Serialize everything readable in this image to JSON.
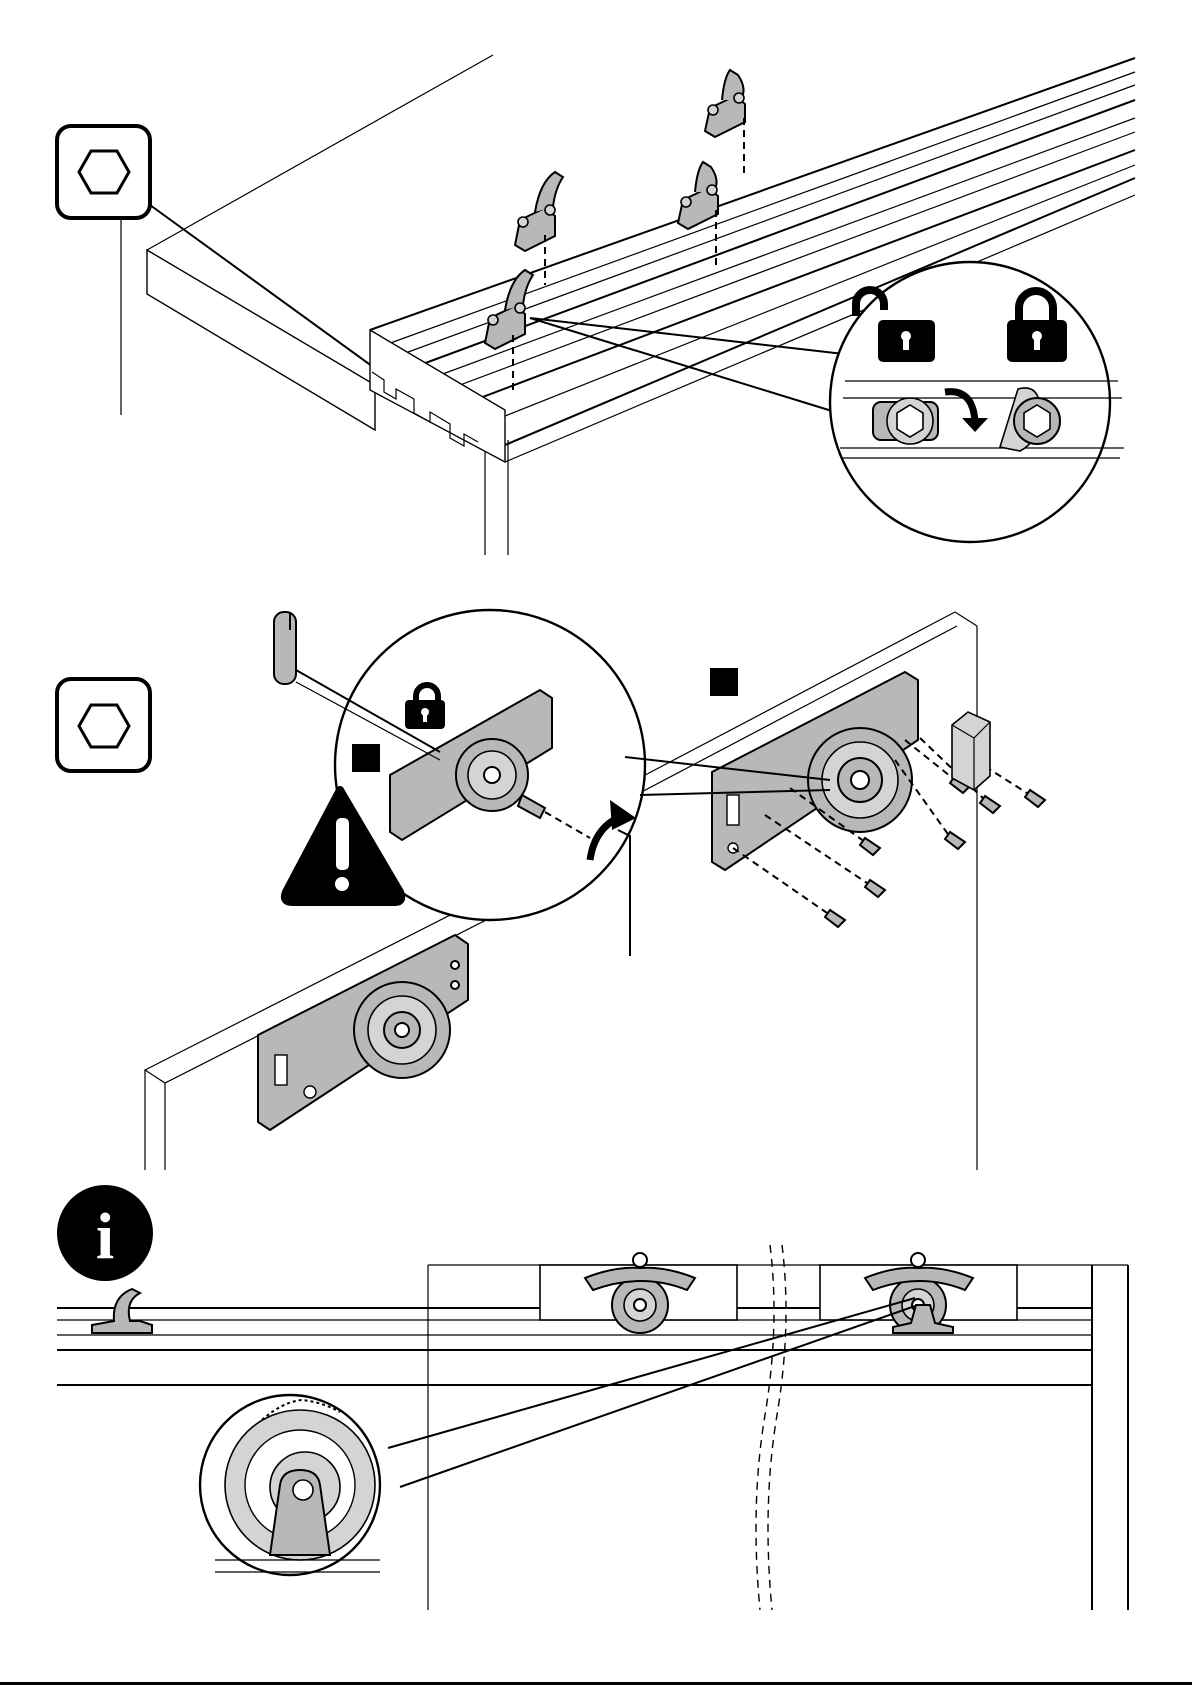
{
  "steps": [
    {
      "tool": "hex-key-icon",
      "content": "top-rail-brackets-lock"
    },
    {
      "tool": "hex-key-icon",
      "content": "roller-carriage-mounting"
    }
  ],
  "info_panel": {
    "icon": "info-icon",
    "letter": "i"
  },
  "colors": {
    "ink": "#000000",
    "part_fill": "#b8b8b8",
    "part_light": "#d4d4d4",
    "background": "#ffffff"
  }
}
